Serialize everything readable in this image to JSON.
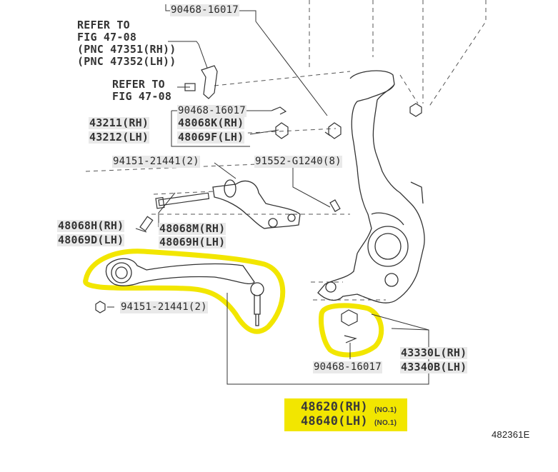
{
  "labels": {
    "ref1_line1": "REFER TO",
    "ref1_line2": "FIG 47-08",
    "ref1_line3": "(PNC 47351(RH))",
    "ref1_line4": "(PNC 47352(LH))",
    "ref2_line1": "REFER TO",
    "ref2_line2": "FIG 47-08",
    "p_90468_top": "90468-16017",
    "p_90468_mid": "90468-16017",
    "p_43211": "43211(RH)",
    "p_43212": "43212(LH)",
    "p_48068k": "48068K(RH)",
    "p_48069f": "48069F(LH)",
    "p_94151_a": "94151-21441(2)",
    "p_91552": "91552-G1240(8)",
    "p_48068h": "48068H(RH)",
    "p_48069d": "48069D(LH)",
    "p_48068m": "48068M(RH)",
    "p_48069h": "48069H(LH)",
    "p_94151_b": "94151-21441(2)",
    "p_90468_bot": "90468-16017",
    "p_43330l": "43330L(RH)",
    "p_43340b": "43340B(LH)",
    "p_48620": "48620(RH)",
    "p_48620_note": "(NO.1)",
    "p_48640": "48640(LH)",
    "p_48640_note": "(NO.1)",
    "diagram_code": "482361E"
  },
  "colors": {
    "highlight": "#f2e600",
    "line": "#333333",
    "label_bg": "#e9e9e9"
  }
}
